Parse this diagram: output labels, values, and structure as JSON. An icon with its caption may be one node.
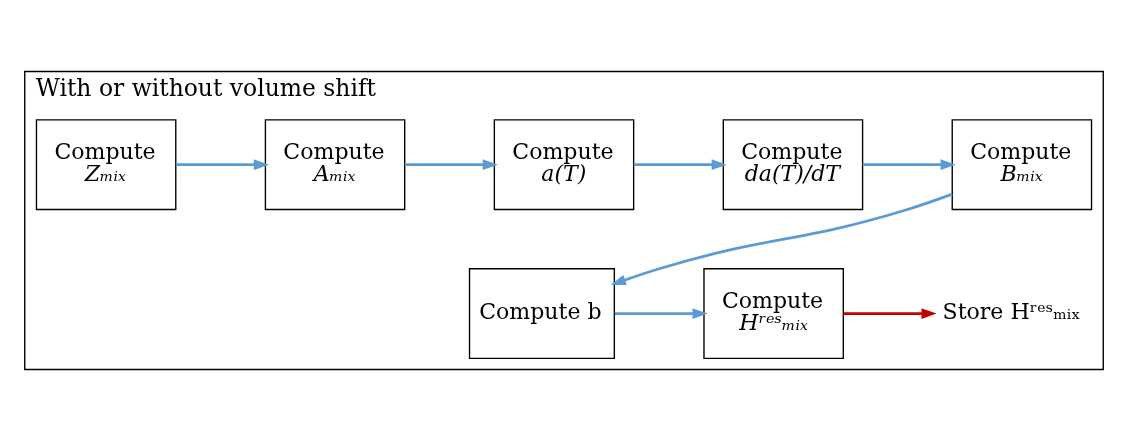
{
  "diagram": {
    "nodes": [
      {
        "text": [
          "With or without volume shift"
        ]
      },
      {
        "text": [
          "Compute",
          "Zₘᵢₓ"
        ],
        "in": 0
      },
      {
        "text": [
          "Compute",
          "Aₘᵢₓ"
        ],
        "in": 0
      },
      {
        "text": [
          "Compute",
          "a(T)"
        ],
        "in": 0
      },
      {
        "text": [
          "Compute",
          "da(T)/dT"
        ],
        "in": 0
      },
      {
        "text": [
          "Compute",
          "Bₘᵢₓ"
        ],
        "in": 0
      },
      {
        "text": [
          "Compute b"
        ],
        "in": 0
      },
      {
        "text": [
          "Compute",
          "Hʳᵉˢₘᵢₓ"
        ],
        "in": 0
      },
      {
        "text": [
          "Store Hʳᵉˢₘᵢₓ"
        ],
        "in": 0
      }
    ],
    "edges": [
      {
        "from": 1,
        "to": 2,
        "arrow": "to"
      },
      {
        "from": 2,
        "to": 3,
        "arrow": "to"
      },
      {
        "from": 3,
        "to": 4,
        "arrow": "to"
      },
      {
        "from": 4,
        "to": 5,
        "arrow": "to"
      },
      {
        "from": 5,
        "to": 6,
        "arrow": "to"
      },
      {
        "from": 6,
        "to": 7,
        "arrow": "to"
      },
      {
        "from": 7,
        "to": 8,
        "arrow": "to",
        "color": "#c00000"
      }
    ]
  }
}
